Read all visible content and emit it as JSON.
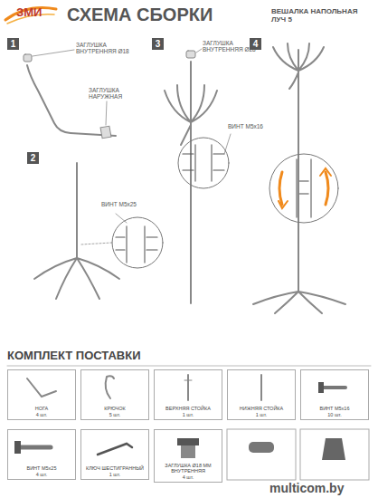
{
  "diagram": {
    "title": "СХЕМА СБОРКИ",
    "nodes": [
      {
        "text": [
          "1"
        ]
      },
      {
        "text": [
          "2"
        ]
      },
      {
        "text": [
          "3"
        ]
      },
      {
        "text": [
          "4"
        ]
      },
      {
        "text": [
          "НОГА",
          "4 шт."
        ]
      },
      {
        "text": [
          "КРЮЧОК",
          "5 шт."
        ]
      },
      {
        "text": [
          "ВЕРХНЯЯ СТОЙКА",
          "1 шт."
        ]
      },
      {
        "text": [
          "НИЖНЯЯ СТОЙКА",
          "1 шт."
        ]
      },
      {
        "text": [
          "ВИНТ М5х16",
          "10 шт."
        ]
      },
      {
        "text": [
          "ВИНТ М5х25",
          "4 шт."
        ]
      },
      {
        "text": [
          "КЛЮЧ ШЕСТИГРАННЫЙ",
          "1 шт."
        ]
      },
      {
        "text": [
          "ЗАГЛУШКА Ø18 ММ ВНУТРЕННЯЯ",
          "4 шт."
        ]
      }
    ],
    "labels": [
      "ЗМИ",
      "ВЕШАЛКА НАПОЛЬНАЯ ЛУЧ 5",
      "ЗАГЛУШКА ВНУТРЕННЯЯ Ø18",
      "ЗАГЛУШКА НАРУЖНАЯ",
      "ЗАГЛУШКА ВНУТРЕННЯЯ Ø28",
      "ВИНТ М5х16",
      "ВИНТ М5х25",
      "КОМПЛЕКТ ПОСТАВКИ",
      "multicom.by"
    ]
  }
}
